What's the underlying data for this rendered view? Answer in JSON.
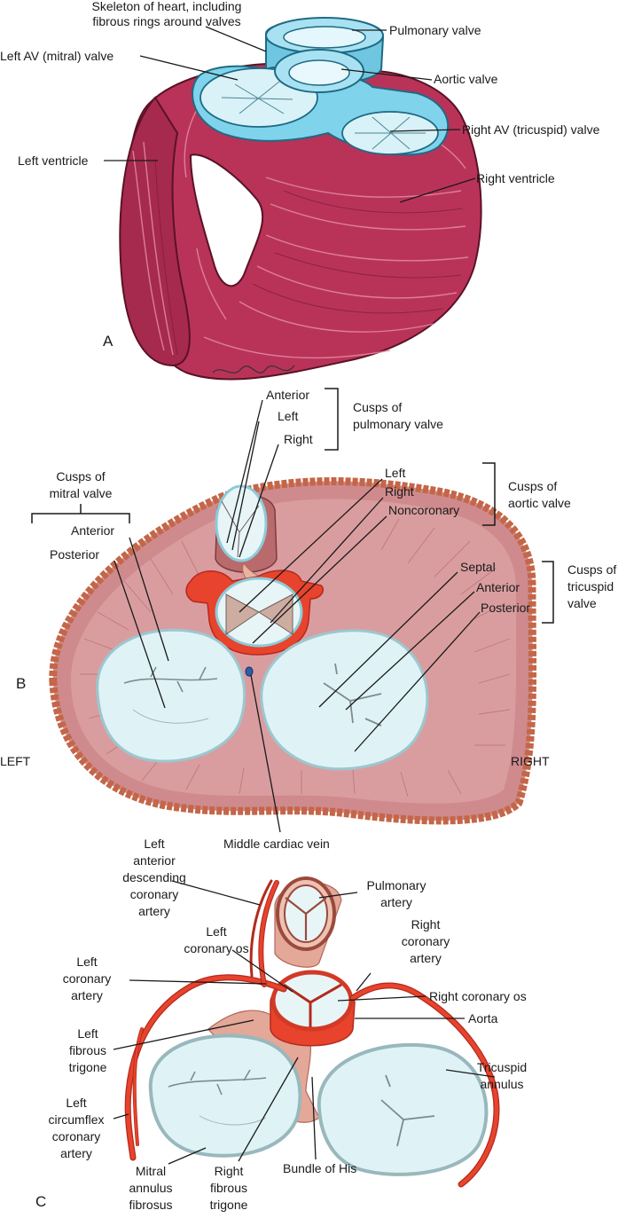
{
  "colors": {
    "muscle": "#b93358",
    "muscle_light": "#d76d88",
    "muscle_dark": "#7c1c37",
    "valve_blue": "#7fd3ea",
    "valve_blue_light": "#c7eef8",
    "valve_pale": "#dff3f6",
    "tissue": "#cf8a8d",
    "tissue_light": "#e3b2b3",
    "tissue_edge": "#c46648",
    "artery": "#e8432c",
    "artery_dark": "#b32a1e"
  },
  "panel_a": {
    "letter": "A",
    "labels": {
      "skeleton_1": "Skeleton of heart, including",
      "skeleton_2": "fibrous rings around valves",
      "pulmonary_valve": "Pulmonary valve",
      "mitral_valve": "Left AV (mitral) valve",
      "aortic_valve": "Aortic valve",
      "tricuspid_valve": "Right AV (tricuspid) valve",
      "left_ventricle": "Left ventricle",
      "right_ventricle": "Right ventricle"
    }
  },
  "panel_b": {
    "letter": "B",
    "pulmonary_cusps": [
      "Anterior",
      "Left",
      "Right"
    ],
    "pulmonary_group": [
      "Cusps of",
      "pulmonary valve"
    ],
    "aortic_cusps": [
      "Left",
      "Right",
      "Noncoronary"
    ],
    "aortic_group": [
      "Cusps of",
      "aortic valve"
    ],
    "tricuspid_cusps": [
      "Septal",
      "Anterior",
      "Posterior"
    ],
    "tricuspid_group": [
      "Cusps of",
      "tricuspid",
      "valve"
    ],
    "mitral_group": [
      "Cusps of",
      "mitral valve"
    ],
    "mitral_cusps": [
      "Anterior",
      "Posterior"
    ],
    "side_left": "LEFT",
    "side_right": "RIGHT",
    "middle_cardiac_vein": "Middle cardiac vein"
  },
  "panel_c": {
    "letter": "C",
    "lad": [
      "Left",
      "anterior",
      "descending",
      "coronary",
      "artery"
    ],
    "pulmonary_artery": [
      "Pulmonary",
      "artery"
    ],
    "left_coronary_os": [
      "Left",
      "coronary os"
    ],
    "right_coronary_artery": [
      "Right",
      "coronary",
      "artery"
    ],
    "left_coronary_artery": [
      "Left",
      "coronary",
      "artery"
    ],
    "right_coronary_os": "Right coronary os",
    "aorta": "Aorta",
    "left_fibrous_trigone": [
      "Left",
      "fibrous",
      "trigone"
    ],
    "tricuspid_annulus": [
      "Tricuspid",
      "annulus"
    ],
    "left_circumflex": [
      "Left",
      "circumflex",
      "coronary",
      "artery"
    ],
    "mitral_annulus": [
      "Mitral",
      "annulus",
      "fibrosus"
    ],
    "right_fibrous_trigone": [
      "Right",
      "fibrous",
      "trigone"
    ],
    "bundle_of_his": "Bundle of His"
  }
}
